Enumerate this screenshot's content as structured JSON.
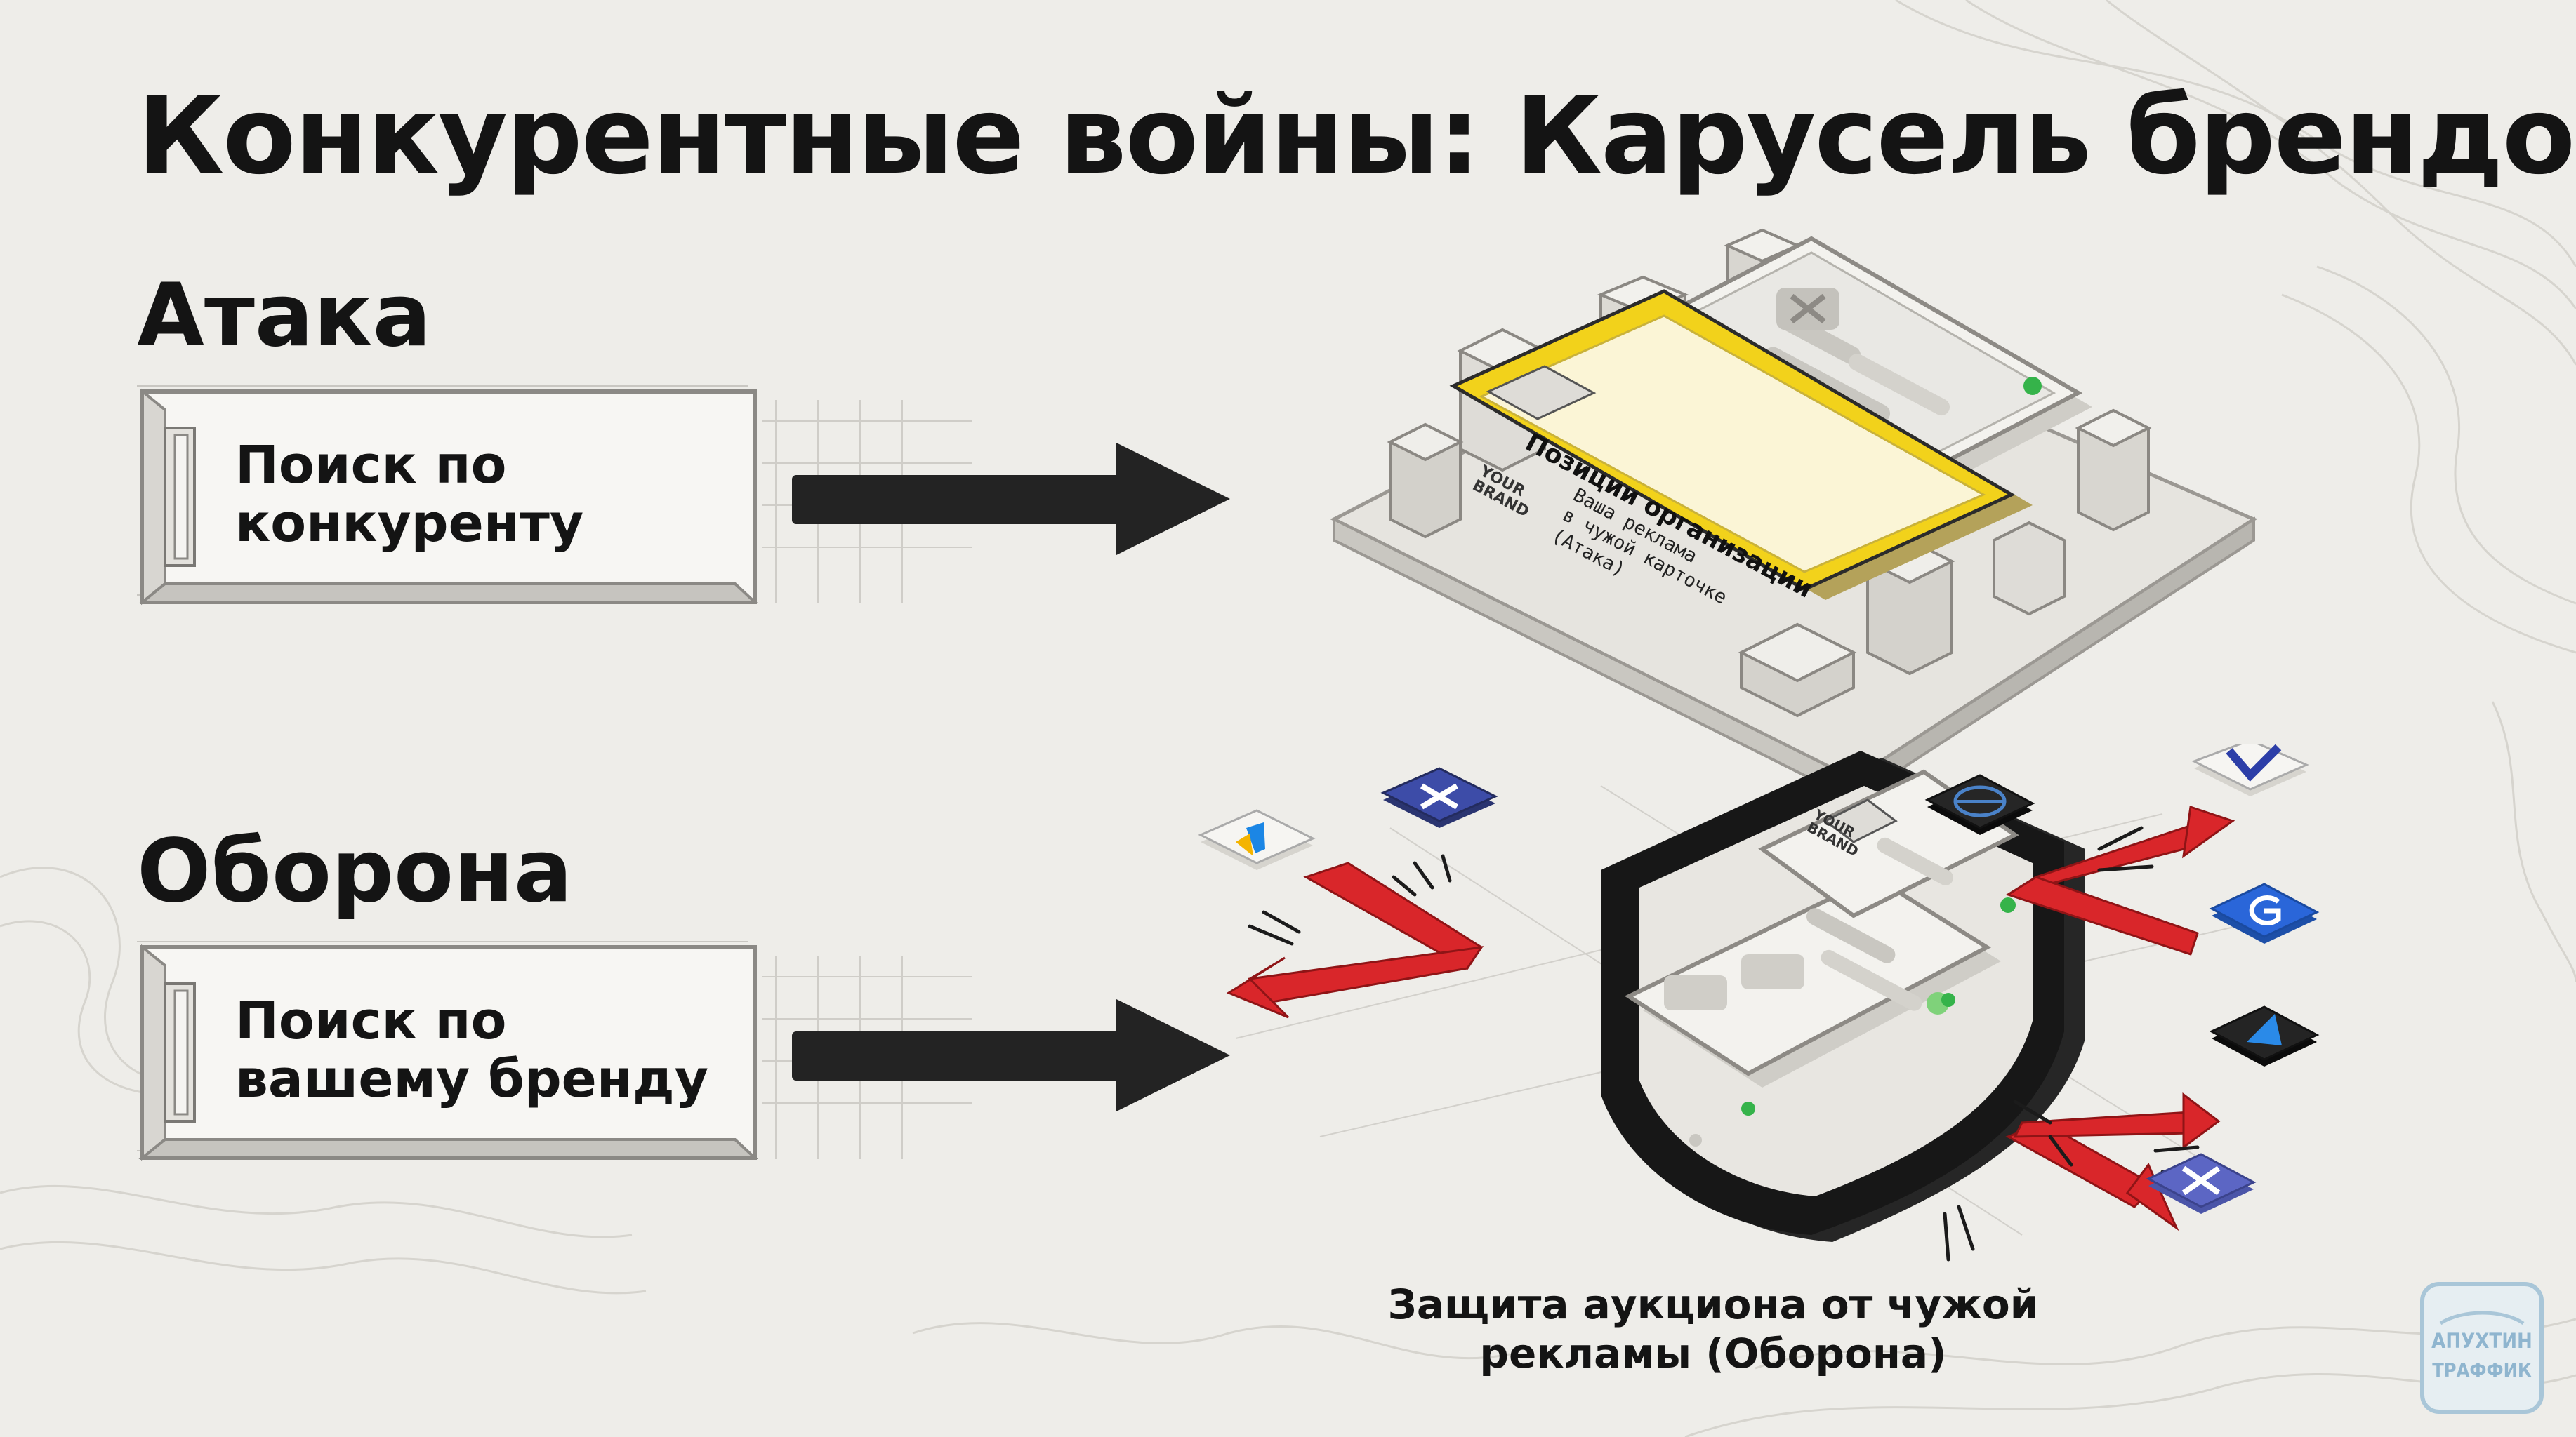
{
  "title": "Конкурентные войны: Карусель брендов",
  "attack": {
    "heading": "Атака",
    "box_line1": "Поиск по",
    "box_line2": "конкуренту",
    "card_title": "Позиции организации",
    "card_brand_line1": "YOUR",
    "card_brand_line2": "BRAND",
    "card_line1": "Ваша реклама",
    "card_line2": "в чужой карточке",
    "card_line3": "(Атака)"
  },
  "defense": {
    "heading": "Оборона",
    "box_line1": "Поиск по",
    "box_line2": "вашему бренду",
    "phone_brand_line1": "YOUR",
    "phone_brand_line2": "BRAND",
    "caption_line1": "Защита аукциона от чужой",
    "caption_line2": "рекламы (Оборона)"
  },
  "logo": {
    "line1": "АПУХТИН",
    "line2": "ТРАФФИК"
  },
  "colors": {
    "background": "#eeede9",
    "text": "#141414",
    "accent_yellow": "#f2d21b",
    "accent_red": "#d9262a",
    "shield": "#151515",
    "logo": "#8fb5cf"
  },
  "icons": [
    "mail-chart-icon",
    "crossed-k-icon",
    "globe-icon",
    "v-check-icon",
    "g-logo-icon",
    "nav-arrow-icon",
    "crossed-k-icon"
  ]
}
